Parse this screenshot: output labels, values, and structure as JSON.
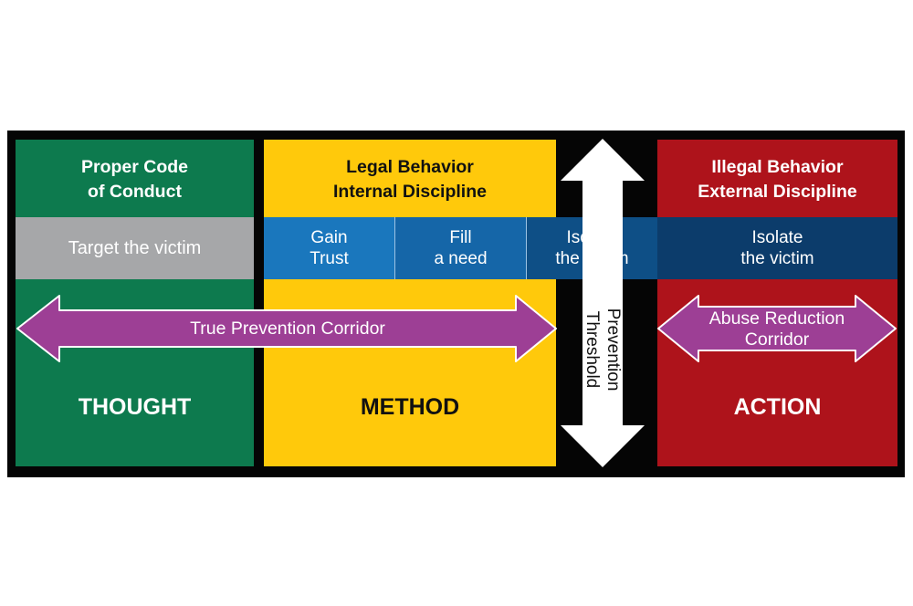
{
  "colors": {
    "frame": "#050505",
    "thought": "#0d7a4e",
    "method": "#ffc90b",
    "action": "#ae131b",
    "target_cell": "#a6a7a9",
    "blue_light": "#1a77bd",
    "blue_mid": "#1566a8",
    "blue_dark": "#0e4f86",
    "blue_navy": "#0c3c6b",
    "corridor_arrow": "#9d3f95",
    "threshold_arrow": "#ffffff"
  },
  "columns": {
    "thought": {
      "heading": [
        "Proper Code",
        "of Conduct"
      ],
      "label": "THOUGHT"
    },
    "method": {
      "heading": [
        "Legal Behavior",
        "Internal Discipline"
      ],
      "label": "METHOD"
    },
    "action": {
      "heading": [
        "Illegal Behavior",
        "External Discipline"
      ],
      "label": "ACTION"
    }
  },
  "steps": {
    "target": "Target the victim",
    "gain": [
      "Gain",
      "Trust"
    ],
    "fill": [
      "Fill",
      "a need"
    ],
    "isolate_method": [
      "Isolate",
      "the victim"
    ],
    "isolate_action": [
      "Isolate",
      "the victim"
    ]
  },
  "corridors": {
    "true_prevention": "True Prevention Corridor",
    "abuse_reduction": [
      "Abuse Reduction",
      "Corridor"
    ]
  },
  "threshold": [
    "Prevention",
    "Threshold"
  ]
}
